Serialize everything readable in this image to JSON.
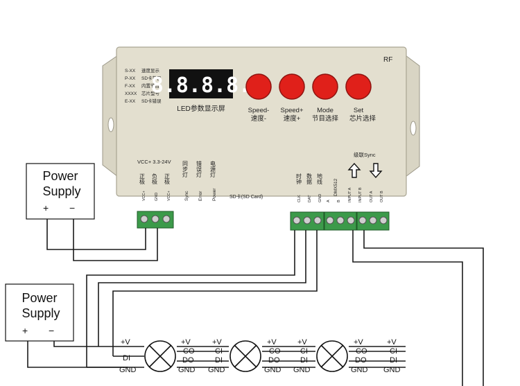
{
  "controller": {
    "rf_label": "RF",
    "display_digits": "8.8.8.8.",
    "display_caption": "LED参数显示屏",
    "legend": [
      {
        "code": "S-XX",
        "desc": "速度显示"
      },
      {
        "code": "P-XX",
        "desc": "SD卡节目"
      },
      {
        "code": "F-XX",
        "desc": "内置节目"
      },
      {
        "code": "XXXX",
        "desc": "芯片型号"
      },
      {
        "code": "E-XX",
        "desc": "SD卡错误"
      }
    ],
    "buttons": [
      {
        "en": "Speed-",
        "zh": "速度-"
      },
      {
        "en": "Speed+",
        "zh": "速度+"
      },
      {
        "en": "Mode",
        "zh": "节目选择"
      },
      {
        "en": "Set",
        "zh": "芯片选择"
      }
    ],
    "button_color": "#e0201a",
    "body_color": "#e3dfcf",
    "terminal_color": "#3c9a4a",
    "power_label": "VCC+ 3.3-24V",
    "power_pins_zh": [
      "正极",
      "负极",
      "正极"
    ],
    "power_pins": [
      "VCC+",
      "GND",
      "VCC+"
    ],
    "indicators_zh": [
      "同步灯",
      "错误灯",
      "电源灯"
    ],
    "indicators": [
      "Sync",
      "Error",
      "Power"
    ],
    "sd_label": "SD卡(SD Card)",
    "sd_pins_zh": [
      "时钟",
      "数据",
      "地线"
    ],
    "sd_pins": [
      "CLK",
      "DAT",
      "GND"
    ],
    "dmx_label": "DMX512",
    "dmx_pins": [
      "A",
      "B",
      "INPUT A",
      "INPUT B",
      "OUT A",
      "OUT B"
    ],
    "sync_label": "级联Sync"
  },
  "power_supplies": [
    {
      "title_line1": "Power",
      "title_line2": "Supply",
      "plus": "+",
      "minus": "−"
    },
    {
      "title_line1": "Power",
      "title_line2": "Supply",
      "plus": "+",
      "minus": "−"
    }
  ],
  "led_chain": {
    "input_pins": [
      "+V",
      "DI",
      "GND"
    ],
    "output_pins": [
      "+V",
      "CO",
      "DO",
      "GND"
    ],
    "middle_input_pins": [
      "+V",
      "CI",
      "DI",
      "GND"
    ]
  }
}
